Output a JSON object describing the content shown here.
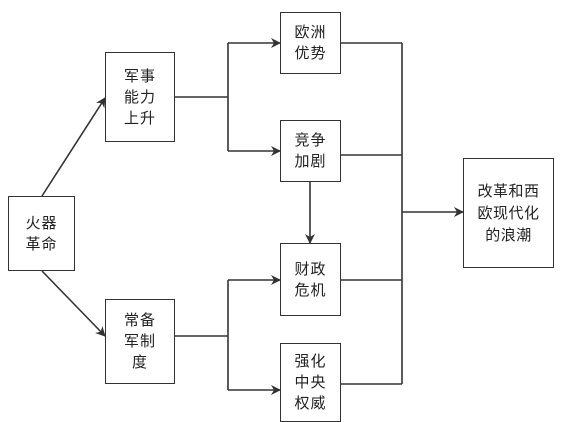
{
  "diagram": {
    "nodes": {
      "huoqi": {
        "lines": [
          "火器",
          "革命"
        ]
      },
      "junshi": {
        "lines": [
          "军事",
          "能力",
          "上升"
        ]
      },
      "changbei": {
        "lines": [
          "常备",
          "军制",
          "度"
        ]
      },
      "ouzhou": {
        "lines": [
          "欧洲",
          "优势"
        ]
      },
      "jingzheng": {
        "lines": [
          "竞争",
          "加剧"
        ]
      },
      "caizheng": {
        "lines": [
          "财政",
          "危机"
        ]
      },
      "qianghua": {
        "lines": [
          "强化",
          "中央",
          "权威"
        ]
      },
      "gaige": {
        "lines": [
          "改革和西",
          "欧现代化",
          "的浪潮"
        ]
      }
    },
    "edges": [
      {
        "from": "huoqi",
        "to": "junshi"
      },
      {
        "from": "huoqi",
        "to": "changbei"
      },
      {
        "from": "junshi",
        "to": "ouzhou"
      },
      {
        "from": "junshi",
        "to": "jingzheng"
      },
      {
        "from": "jingzheng",
        "to": "caizheng"
      },
      {
        "from": "changbei",
        "to": "caizheng"
      },
      {
        "from": "changbei",
        "to": "qianghua"
      },
      {
        "from": "ouzhou",
        "to": "gaige"
      },
      {
        "from": "jingzheng",
        "to": "gaige"
      },
      {
        "from": "caizheng",
        "to": "gaige"
      },
      {
        "from": "qianghua",
        "to": "gaige"
      }
    ],
    "colors": {
      "stroke": "#333333",
      "text": "#222222",
      "background": "#ffffff"
    }
  }
}
